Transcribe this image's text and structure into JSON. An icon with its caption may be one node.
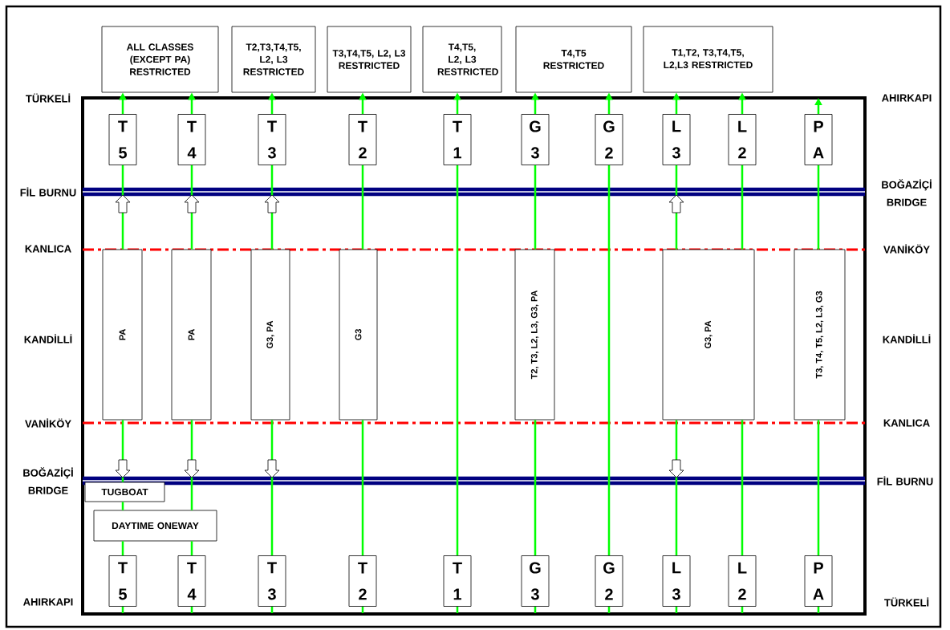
{
  "diagram": {
    "nodes": [
      {
        "text": [
          "ALL CLASSES (EXCEPT PA) RESTRICTED"
        ]
      },
      {
        "text": [
          "T2,T3,T4,T5, L2, L3 RESTRICTED"
        ]
      },
      {
        "text": [
          "T3,T4,T5, L2, L3 RESTRICTED"
        ]
      },
      {
        "text": [
          "T4,T5, L2, L3 RESTRICTED"
        ]
      },
      {
        "text": [
          "T4,T5 RESTRICTED"
        ]
      },
      {
        "text": [
          "T1,T2, T3,T4,T5, L2,L3 RESTRICTED"
        ]
      },
      {
        "text": [
          "T 5"
        ]
      },
      {
        "text": [
          "T 4"
        ]
      },
      {
        "text": [
          "T 3"
        ]
      },
      {
        "text": [
          "T 2"
        ]
      },
      {
        "text": [
          "T 1"
        ]
      },
      {
        "text": [
          "G 3"
        ]
      },
      {
        "text": [
          "G 2"
        ]
      },
      {
        "text": [
          "L 3"
        ]
      },
      {
        "text": [
          "L 2"
        ]
      },
      {
        "text": [
          "P A"
        ]
      },
      {
        "text": [
          "PA"
        ]
      },
      {
        "text": [
          "PA"
        ]
      },
      {
        "text": [
          "G3, PA"
        ]
      },
      {
        "text": [
          "G3"
        ]
      },
      {
        "text": [
          "T2, T3, L2, L3, G3, PA"
        ]
      },
      {
        "text": [
          "G3, PA"
        ]
      },
      {
        "text": [
          "T3, T4, T5, L2, L3, G3"
        ]
      },
      {
        "text": [
          "TUGBOAT"
        ]
      },
      {
        "text": [
          "DAYTIME ONEWAY"
        ]
      },
      {
        "text": [
          "T 5"
        ]
      },
      {
        "text": [
          "T 4"
        ]
      },
      {
        "text": [
          "T 3"
        ]
      },
      {
        "text": [
          "T 2"
        ]
      },
      {
        "text": [
          "T 1"
        ]
      },
      {
        "text": [
          "G 3"
        ]
      },
      {
        "text": [
          "G 2"
        ]
      },
      {
        "text": [
          "L 3"
        ]
      },
      {
        "text": [
          "L 2"
        ]
      },
      {
        "text": [
          "P A"
        ]
      }
    ],
    "edges": [
      {
        "from": 6,
        "to": 0,
        "arrow": "to"
      },
      {
        "from": 7,
        "to": 0,
        "arrow": "to"
      },
      {
        "from": 8,
        "to": 1,
        "arrow": "to"
      },
      {
        "from": 9,
        "to": 2,
        "arrow": "to"
      },
      {
        "from": 10,
        "to": 3,
        "arrow": "to"
      },
      {
        "from": 11,
        "to": 4,
        "arrow": "to"
      },
      {
        "from": 12,
        "to": 4,
        "arrow": "to"
      },
      {
        "from": 13,
        "to": 5,
        "arrow": "to"
      },
      {
        "from": 14,
        "to": 5,
        "arrow": "to"
      },
      {
        "from": 15,
        "to": null,
        "arrow": "to"
      },
      {
        "from": 16,
        "to": 6,
        "arrow": "none"
      },
      {
        "from": 17,
        "to": 7,
        "arrow": "none"
      },
      {
        "from": 18,
        "to": 8,
        "arrow": "none"
      },
      {
        "from": 19,
        "to": 9,
        "arrow": "none"
      },
      {
        "from": 20,
        "to": 11,
        "arrow": "none"
      },
      {
        "from": 21,
        "to": 13,
        "arrow": "none"
      },
      {
        "from": 21,
        "to": 14,
        "arrow": "none"
      },
      {
        "from": 22,
        "to": 15,
        "arrow": "none"
      },
      {
        "from": 25,
        "to": 24,
        "arrow": "none"
      },
      {
        "from": 24,
        "to": 23,
        "arrow": "none"
      },
      {
        "from": 23,
        "to": 16,
        "arrow": "none"
      },
      {
        "from": 26,
        "to": 24,
        "arrow": "none"
      },
      {
        "from": 24,
        "to": 17,
        "arrow": "none"
      },
      {
        "from": 27,
        "to": 18,
        "arrow": "none"
      },
      {
        "from": 28,
        "to": 19,
        "arrow": "none"
      },
      {
        "from": 29,
        "to": 10,
        "arrow": "none"
      },
      {
        "from": 30,
        "to": 20,
        "arrow": "none"
      },
      {
        "from": 31,
        "to": 12,
        "arrow": "none"
      },
      {
        "from": 32,
        "to": 21,
        "arrow": "none"
      },
      {
        "from": 33,
        "to": 21,
        "arrow": "none"
      },
      {
        "from": 34,
        "to": 22,
        "arrow": "none"
      }
    ],
    "labels": [
      "TÜRKELİ",
      "AHIRKAPI",
      "FİL BURNU",
      "BOĞAZİÇİ BRIDGE",
      "KANLICA",
      "VANİKÖY",
      "KANDİLLİ",
      "KANDİLLİ",
      "VANİKÖY",
      "KANLICA",
      "BOĞAZİÇİ BRIDGE",
      "FİL BURNU",
      "AHIRKAPI",
      "TÜRKELİ"
    ]
  }
}
